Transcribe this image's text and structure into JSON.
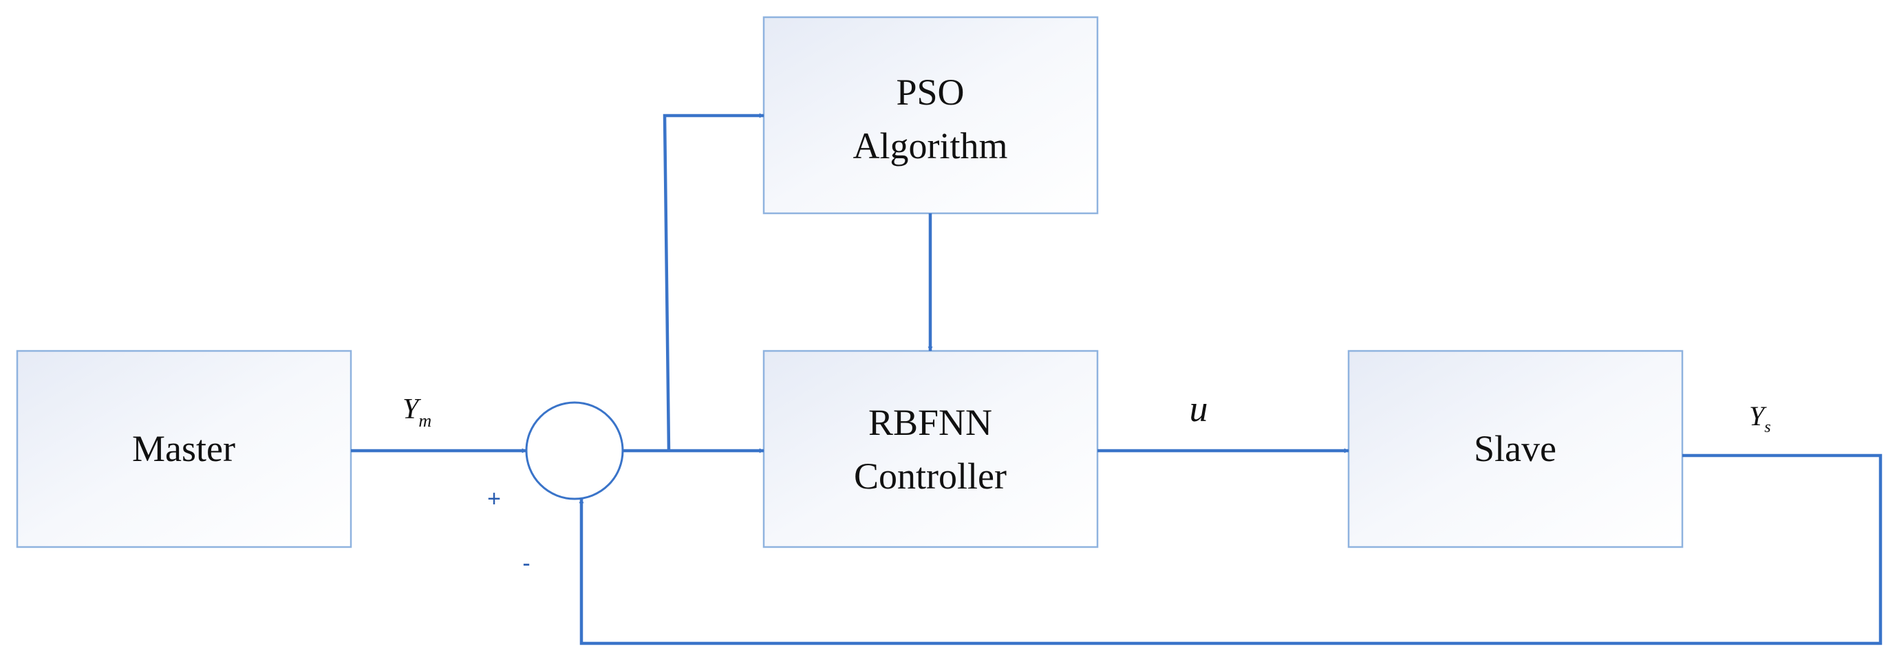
{
  "blocks": {
    "pso": {
      "line1": "PSO",
      "line2": "Algorithm"
    },
    "master": {
      "label": "Master"
    },
    "controller": {
      "line1": "RBFNN",
      "line2": "Controller"
    },
    "slave": {
      "label": "Slave"
    }
  },
  "signals": {
    "ym": {
      "symbol": "Y",
      "subscript": "m"
    },
    "u": {
      "symbol": "u"
    },
    "ys": {
      "symbol": "Y",
      "subscript": "s"
    }
  },
  "summing_junction": {
    "plus_sign": "+",
    "minus_sign": "-"
  },
  "colors": {
    "line": "#3a74c9",
    "block_border": "#8fb3df",
    "block_fill": "#eef2fa"
  }
}
